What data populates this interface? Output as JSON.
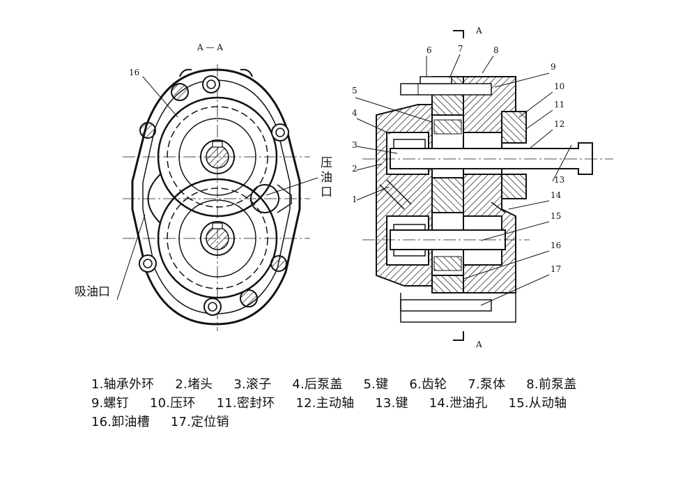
{
  "section_label": "A — A",
  "port_labels": {
    "pressure": [
      "压",
      "油",
      "口"
    ],
    "suction": "吸油口"
  },
  "section_marks": {
    "top": "A",
    "bottom": "A"
  },
  "side_numbers": [
    "6",
    "7",
    "8",
    "9",
    "10",
    "11",
    "12",
    "13",
    "14",
    "15",
    "16",
    "17",
    "5",
    "4",
    "3",
    "2",
    "1"
  ],
  "front_number": "16",
  "legend": [
    [
      "1.轴承外环",
      "2.堵头",
      "3.滚子",
      "4.后泵盖",
      "5.键",
      "6.齿轮",
      "7.泵体",
      "8.前泵盖"
    ],
    [
      "9.螺钉",
      "10.压环",
      "11.密封环",
      "12.主动轴",
      "13.键",
      "14.泄油孔",
      "15.从动轴"
    ],
    [
      "16.卸油槽",
      "17.定位销"
    ]
  ]
}
